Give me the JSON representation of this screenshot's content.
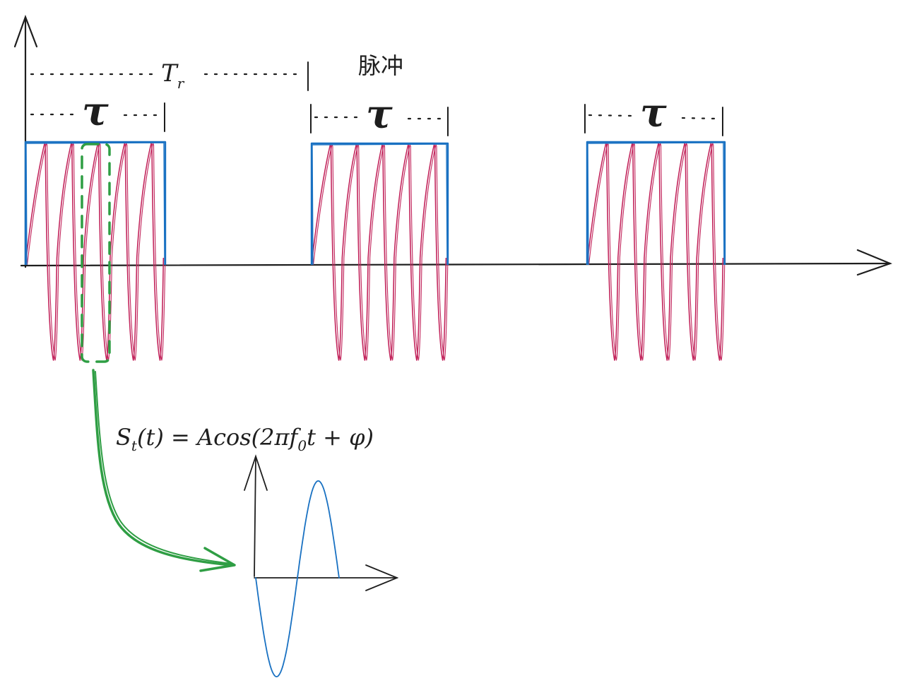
{
  "labels": {
    "repetition_period": "T",
    "repetition_period_sub": "r",
    "pulse_width": "τ",
    "pulse_title": "脉冲",
    "formula_lhs": "S",
    "formula_lhs_sub": "t",
    "formula_lhs_arg": "(t) = Acos(2πf",
    "formula_f_sub": "0",
    "formula_rhs": "t + φ)"
  },
  "pulses": {
    "count": 3,
    "carrier_cycles_per_pulse": 5
  },
  "zoom": {
    "cycles_shown": 1
  },
  "colors": {
    "axis": "#1e1e1e",
    "pulse_envelope": "#1971c2",
    "carrier": "#c2255c",
    "highlight": "#2f9e44",
    "zoom_wave": "#1971c2"
  }
}
